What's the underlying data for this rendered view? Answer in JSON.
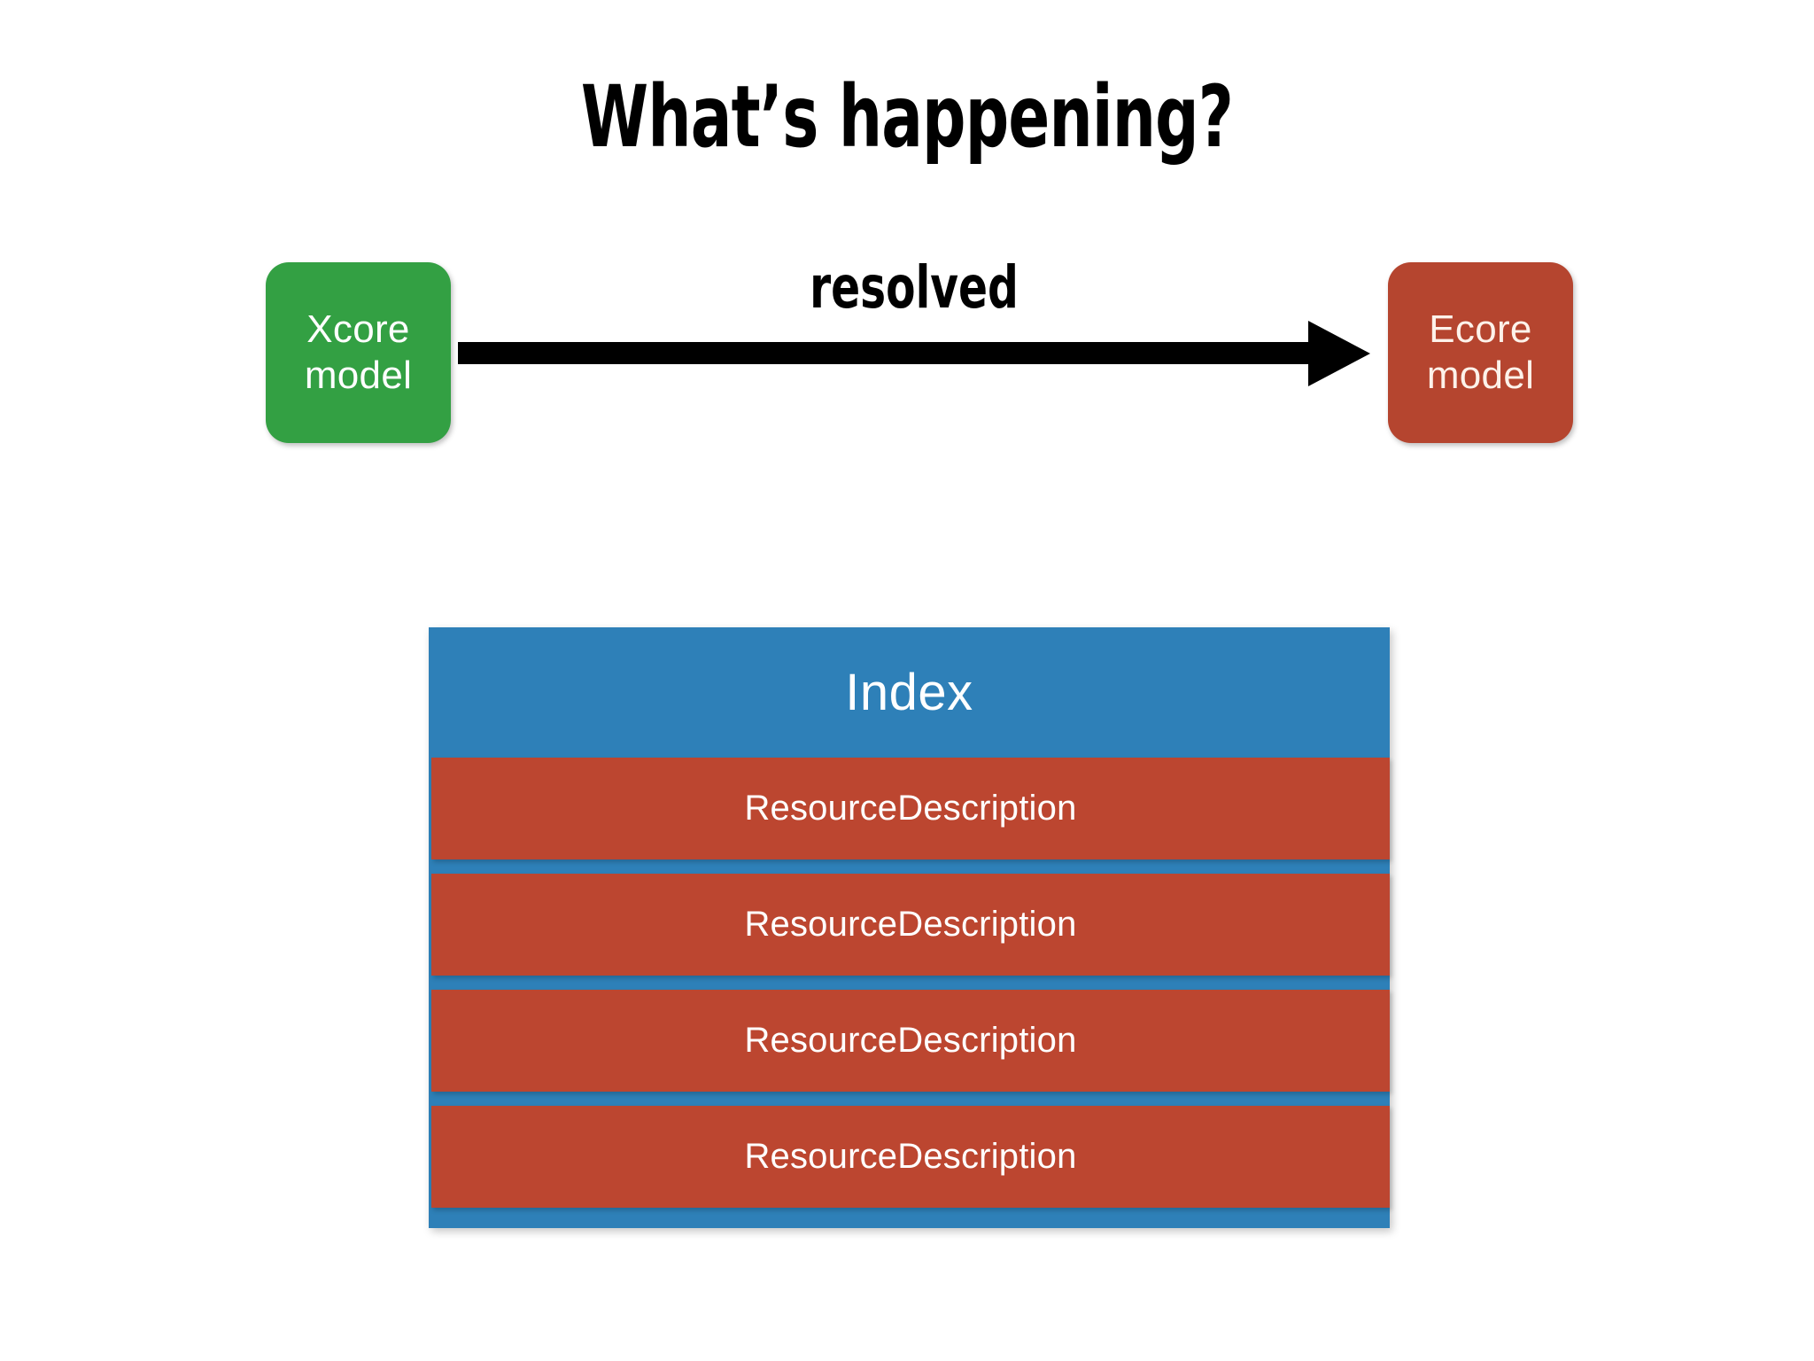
{
  "slide": {
    "title": "What’s happening?",
    "background_color": "#FFFFFF"
  },
  "flow": {
    "source": {
      "label": "Xcore\nmodel",
      "color": "#33A043",
      "text_color": "#FFFFFF"
    },
    "target": {
      "label": "Ecore\nmodel",
      "color": "#B5452F",
      "text_color": "#FDF2EA"
    },
    "arrow": {
      "label": "resolved",
      "color": "#000000",
      "direction": "right",
      "head_icon": "arrow-right-icon"
    }
  },
  "index_stack": {
    "header": {
      "label": "Index",
      "color": "#2E80B8",
      "text_color": "#FFFFFF"
    },
    "item_color": "#BC4630",
    "item_text_color": "#FFFFFF",
    "items": [
      {
        "label": "ResourceDescription"
      },
      {
        "label": "ResourceDescription"
      },
      {
        "label": "ResourceDescription"
      },
      {
        "label": "ResourceDescription"
      }
    ]
  }
}
